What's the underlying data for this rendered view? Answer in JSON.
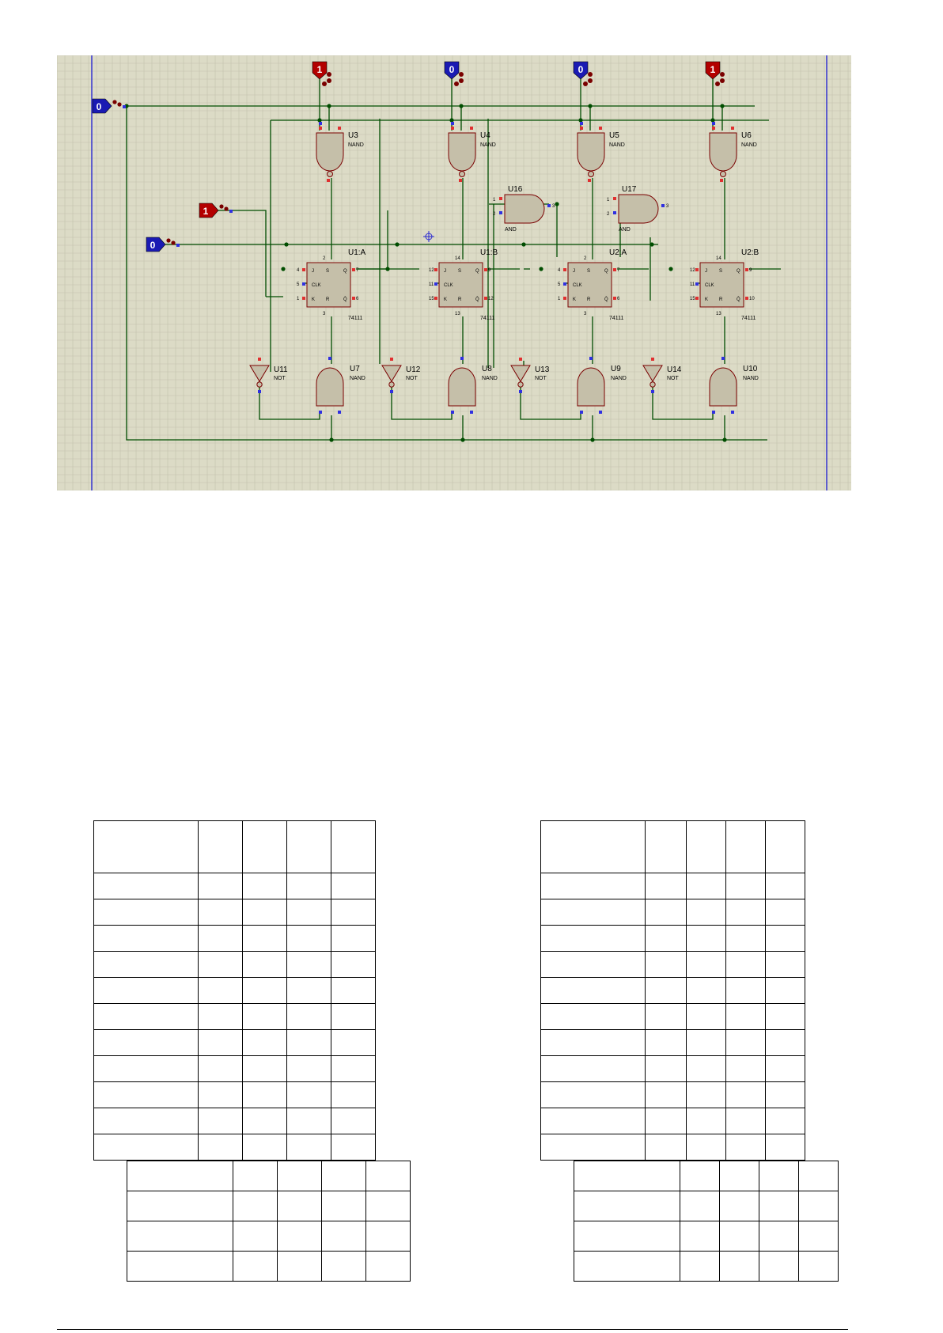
{
  "colors": {
    "grid_background": "#dcdbc6",
    "grid_line": "#c3c2ad",
    "wire": "#004d00",
    "junction": "#004d00",
    "frame_line": "#2a2ad0",
    "component_fill": "#c5bfa9",
    "component_stroke": "#7a0000",
    "probe_high": "#b30000",
    "probe_low": "#1a1ab3",
    "pin_red": "#e03030",
    "pin_blue": "#3030e0"
  },
  "schematic": {
    "inputs": [
      {
        "value": "0",
        "state": "low"
      },
      {
        "value": "1",
        "state": "high"
      },
      {
        "value": "0",
        "state": "low"
      }
    ],
    "top_probes": [
      {
        "value": "1",
        "state": "high"
      },
      {
        "value": "0",
        "state": "low"
      },
      {
        "value": "0",
        "state": "low"
      },
      {
        "value": "1",
        "state": "high"
      }
    ],
    "top_nands": [
      {
        "ref": "U3",
        "type": "NAND"
      },
      {
        "ref": "U4",
        "type": "NAND"
      },
      {
        "ref": "U5",
        "type": "NAND"
      },
      {
        "ref": "U6",
        "type": "NAND"
      }
    ],
    "bottom_nands": [
      {
        "ref": "U7",
        "type": "NAND"
      },
      {
        "ref": "U8",
        "type": "NAND"
      },
      {
        "ref": "U9",
        "type": "NAND"
      },
      {
        "ref": "U10",
        "type": "NAND"
      }
    ],
    "nots": [
      {
        "ref": "U11",
        "type": "NOT"
      },
      {
        "ref": "U12",
        "type": "NOT"
      },
      {
        "ref": "U13",
        "type": "NOT"
      },
      {
        "ref": "U14",
        "type": "NOT"
      }
    ],
    "ands": [
      {
        "ref": "U16",
        "type": "AND",
        "pins": [
          "1",
          "2",
          "3"
        ]
      },
      {
        "ref": "U17",
        "type": "AND",
        "pins": [
          "1",
          "2",
          "3"
        ]
      }
    ],
    "flip_flops": [
      {
        "ref": "U1:A",
        "part": "74111",
        "pin_s": "2",
        "pin_r": "3",
        "pin_j": "4",
        "pin_clk": "5",
        "pin_k": "1",
        "pin_q": "7",
        "pin_qn": "6"
      },
      {
        "ref": "U1:B",
        "part": "74111",
        "pin_s": "14",
        "pin_r": "13",
        "pin_j": "12",
        "pin_clk": "11",
        "pin_k": "15",
        "pin_q": "9",
        "pin_qn": "12"
      },
      {
        "ref": "U2:A",
        "part": "74111",
        "pin_s": "2",
        "pin_r": "3",
        "pin_j": "4",
        "pin_clk": "5",
        "pin_k": "1",
        "pin_q": "7",
        "pin_qn": "6"
      },
      {
        "ref": "U2:B",
        "part": "74111",
        "pin_s": "14",
        "pin_r": "13",
        "pin_j": "12",
        "pin_clk": "11",
        "pin_k": "15",
        "pin_q": "9",
        "pin_qn": "10"
      }
    ],
    "ff_pin_names": {
      "j": "J",
      "s": "S",
      "q": "Q",
      "clk": "CLK",
      "k": "K",
      "r": "R",
      "qn": "Q̄"
    }
  },
  "tables": [
    {
      "rows": 12,
      "cols": 5,
      "cells": []
    },
    {
      "rows": 12,
      "cols": 5,
      "cells": []
    },
    {
      "rows": 4,
      "cols": 5,
      "cells": []
    },
    {
      "rows": 4,
      "cols": 5,
      "cells": []
    }
  ]
}
